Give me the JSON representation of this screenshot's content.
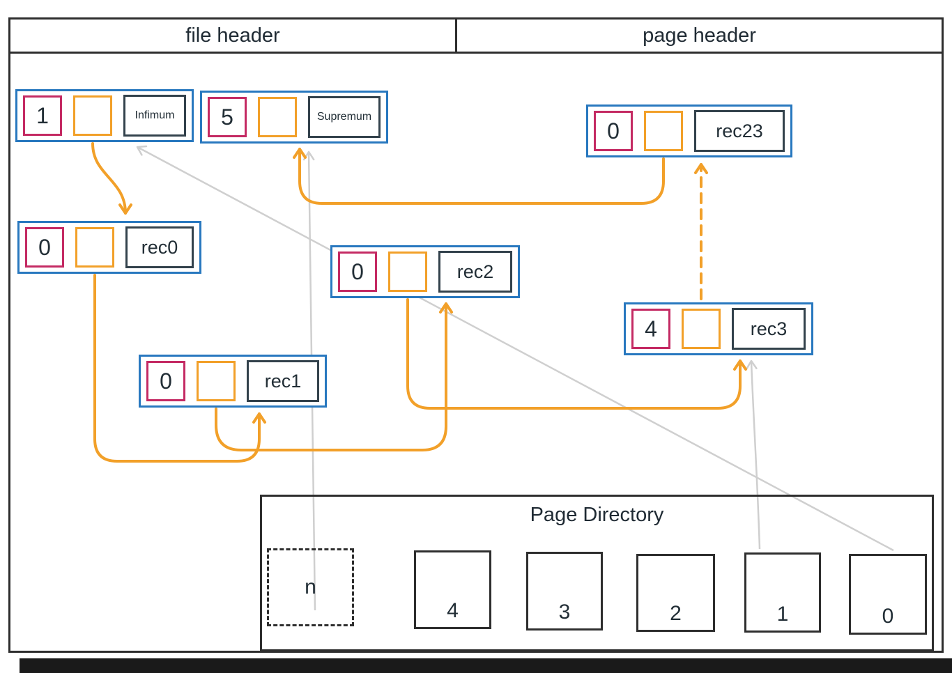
{
  "colors": {
    "record_border_blue": "#2878BF",
    "owned_box_pink": "#C42A63",
    "pointer_box_orange": "#F2A029",
    "content_box_dark": "#33424C",
    "arrow_orange": "#F2A029",
    "arrow_gray": "#CFCFCF",
    "outline_dark": "#2E2E2E"
  },
  "headers": {
    "file_header": "file header",
    "page_header": "page header"
  },
  "records": {
    "infimum": {
      "owned": "1",
      "label": "Infimum"
    },
    "supremum": {
      "owned": "5",
      "label": "Supremum"
    },
    "rec23": {
      "owned": "0",
      "label": "rec23"
    },
    "rec0": {
      "owned": "0",
      "label": "rec0"
    },
    "rec1": {
      "owned": "0",
      "label": "rec1"
    },
    "rec2": {
      "owned": "0",
      "label": "rec2"
    },
    "rec3": {
      "owned": "4",
      "label": "rec3"
    }
  },
  "page_directory": {
    "title": "Page Directory",
    "slots": [
      {
        "label": "n",
        "style": "dashed"
      },
      {
        "label": "4",
        "style": "solid"
      },
      {
        "label": "3",
        "style": "solid"
      },
      {
        "label": "2",
        "style": "solid"
      },
      {
        "label": "1",
        "style": "solid"
      },
      {
        "label": "0",
        "style": "solid"
      }
    ]
  },
  "edges": [
    {
      "from": "infimum",
      "to": "rec0",
      "style": "solid",
      "color": "orange"
    },
    {
      "from": "rec0",
      "to": "rec1",
      "style": "solid",
      "color": "orange"
    },
    {
      "from": "rec1",
      "to": "rec2",
      "style": "solid",
      "color": "orange"
    },
    {
      "from": "rec2",
      "to": "rec3",
      "style": "solid",
      "color": "orange"
    },
    {
      "from": "rec3",
      "to": "rec23",
      "style": "dashed",
      "color": "orange"
    },
    {
      "from": "rec23",
      "to": "supremum",
      "style": "solid",
      "color": "orange"
    },
    {
      "from": "slot-n",
      "to": "supremum",
      "style": "solid",
      "color": "gray"
    },
    {
      "from": "slot-1",
      "to": "rec3",
      "style": "solid",
      "color": "gray"
    },
    {
      "from": "slot-0",
      "to": "infimum",
      "style": "solid",
      "color": "gray"
    }
  ]
}
